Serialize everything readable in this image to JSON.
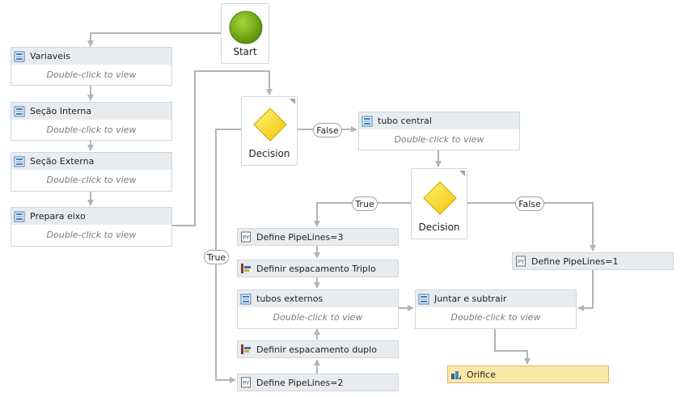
{
  "start": {
    "label": "Start"
  },
  "hint": "Double-click to view",
  "activities": {
    "variaveis": "Variaveis",
    "secao_interna": "Seção Interna",
    "secao_externa": "Seção Externa",
    "prepara_eixo": "Prepara eixo",
    "tubo_central": "tubo central",
    "tubos_externos": "tubos externos",
    "juntar_subtrair": "Juntar e subtrair",
    "define_pipelines_3": "Define PipeLines=3",
    "define_pipelines_2": "Define PipeLines=2",
    "define_pipelines_1": "Define PipeLines=1",
    "definir_espacamento_triplo": "Definir espacamento Triplo",
    "definir_espacamento_duplo": "Definir espacamento duplo",
    "orifice": "Orifice"
  },
  "decisions": {
    "d1": "Decision",
    "d2": "Decision"
  },
  "branches": {
    "true": "True",
    "false": "False"
  },
  "colors": {
    "start": "#6aa50f",
    "decision": "#ffd400",
    "connector": "#b4b4b4",
    "highlight": "#fbe7a6"
  }
}
